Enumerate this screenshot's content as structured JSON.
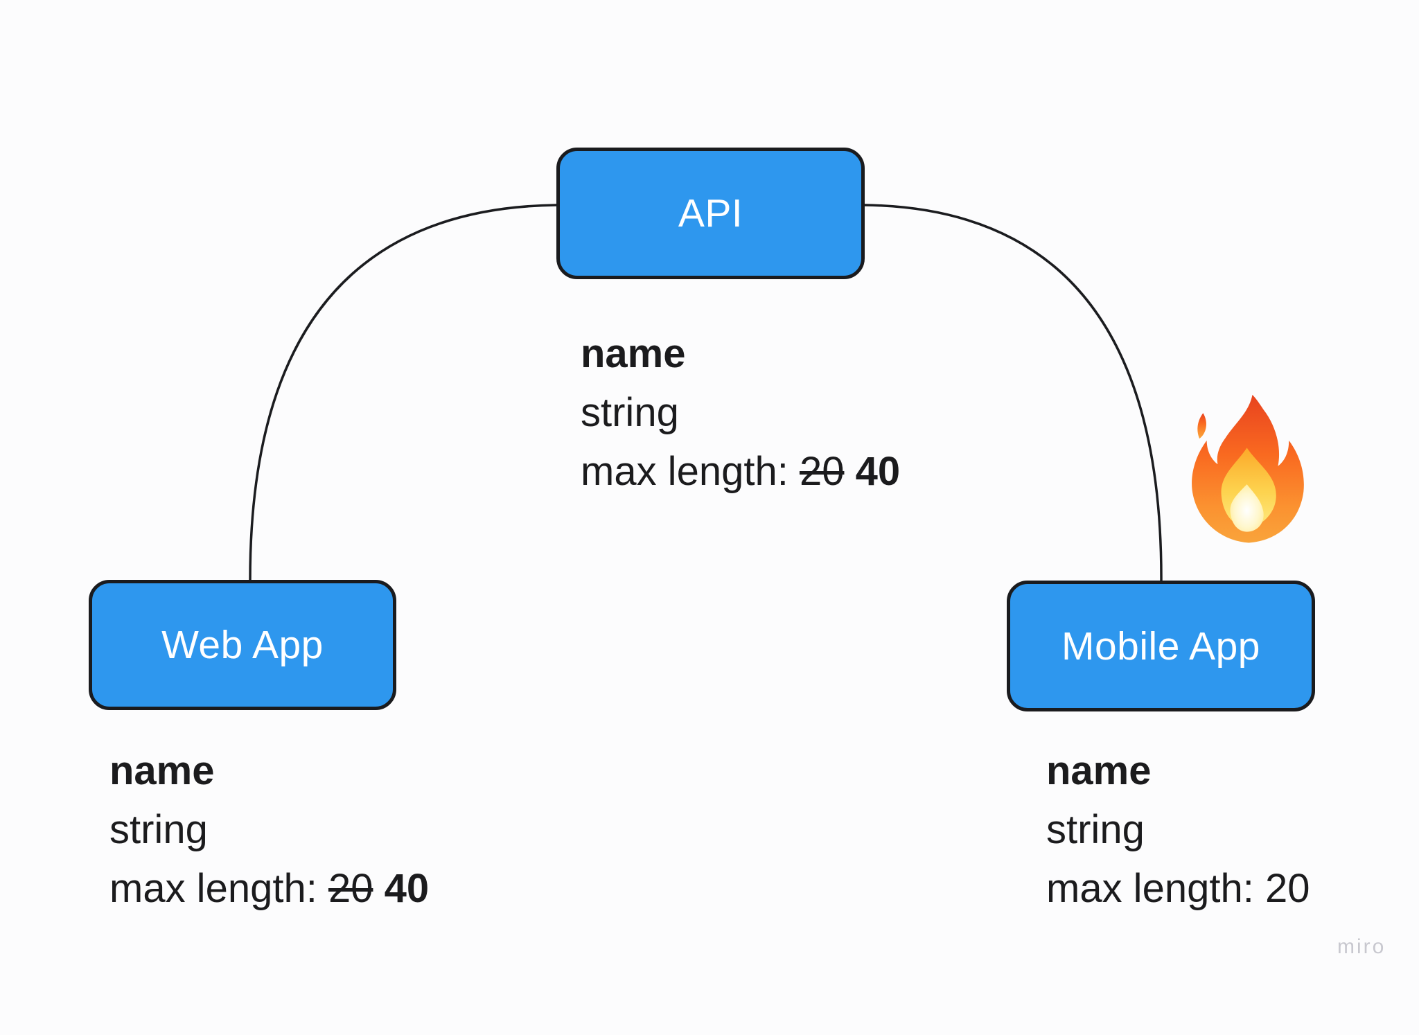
{
  "board": {
    "nodes": {
      "api": {
        "label": "API"
      },
      "web": {
        "label": "Web App"
      },
      "mobile": {
        "label": "Mobile App"
      }
    },
    "specs": {
      "api": {
        "field": "name",
        "type": "string",
        "max_label": "max length:",
        "old": "20",
        "new": "40"
      },
      "web": {
        "field": "name",
        "type": "string",
        "max_label": "max length:",
        "old": "20",
        "new": "40"
      },
      "mobile": {
        "field": "name",
        "type": "string",
        "max_label": "max length:",
        "value": "20"
      }
    },
    "icons": {
      "fire": "fire-emoji"
    },
    "watermark": "miro"
  },
  "colors": {
    "background": "#FCFCFD",
    "node_fill": "#2E97EE",
    "node_border": "#1A1B1E",
    "node_label": "#FFFFFF",
    "text": "#1B1B1D",
    "connector": "#1B1C1F",
    "watermark": "#C8C8CF"
  }
}
